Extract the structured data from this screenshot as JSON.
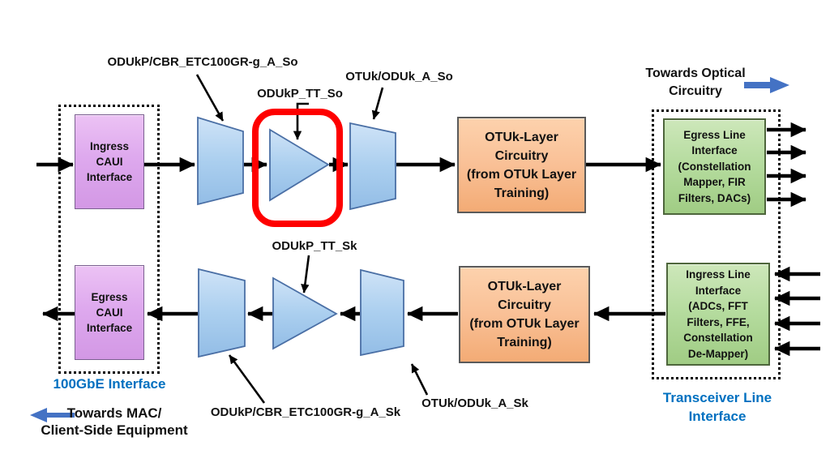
{
  "diagram": {
    "boxes": {
      "ingress_caui": "Ingress\nCAUI\nInterface",
      "egress_caui": "Egress\nCAUI\nInterface",
      "otuk_layer_top": "OTUk-Layer\nCircuitry\n(from OTUk Layer\nTraining)",
      "otuk_layer_bottom": "OTUk-Layer\nCircuitry\n(from OTUk Layer\nTraining)",
      "egress_line": "Egress Line\nInterface\n(Constellation\nMapper,  FIR\nFilters, DACs)",
      "ingress_line": "Ingress Line\nInterface\n(ADCs,  FFT\nFilters,  FFE,\nConstellation\nDe-Mapper)"
    },
    "function_labels": {
      "adapt_so": "ODUkP/CBR_ETC100GR-g_A_So",
      "tt_so": "ODUkP_TT_So",
      "otuk_adapt_so": "OTUk/ODUk_A_So",
      "tt_sk": "ODUkP_TT_Sk",
      "adapt_sk": "ODUkP/CBR_ETC100GR-g_A_Sk",
      "otuk_adapt_sk": "OTUk/ODUk_A_Sk"
    },
    "headings": {
      "towards_optical": "Towards Optical\nCircuitry",
      "gbe_interface": "100GbE Interface",
      "transceiver_line": "Transceiver Line\nInterface",
      "towards_mac": "Towards MAC/\nClient-Side Equipment"
    },
    "colors": {
      "blue_shape": "#abcfef",
      "blue_shape_border": "#4a6fa5",
      "purple_fill": "#dea9ee",
      "orange_fill": "#f9c096",
      "green_fill": "#b4db9d",
      "accent_arrow_blue": "#4472c4",
      "heading_blue": "#0070c0",
      "highlight_red": "#fe0000",
      "line_black": "#000000"
    }
  }
}
